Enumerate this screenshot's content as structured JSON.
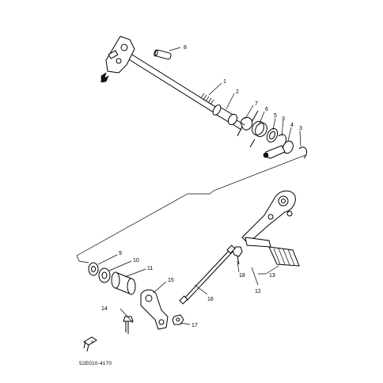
{
  "diagram_code": "52E010-4170",
  "callouts": {
    "c1": "1",
    "c2": "2",
    "c3a": "3",
    "c3b": "3",
    "c4": "4",
    "c5": "5",
    "c6": "6",
    "c7": "7",
    "c8": "8",
    "c9": "9",
    "c10": "10",
    "c11": "11",
    "c12": "12",
    "c13": "13",
    "c14": "14",
    "c15": "15",
    "c16": "16",
    "c17": "17",
    "c18": "18"
  }
}
